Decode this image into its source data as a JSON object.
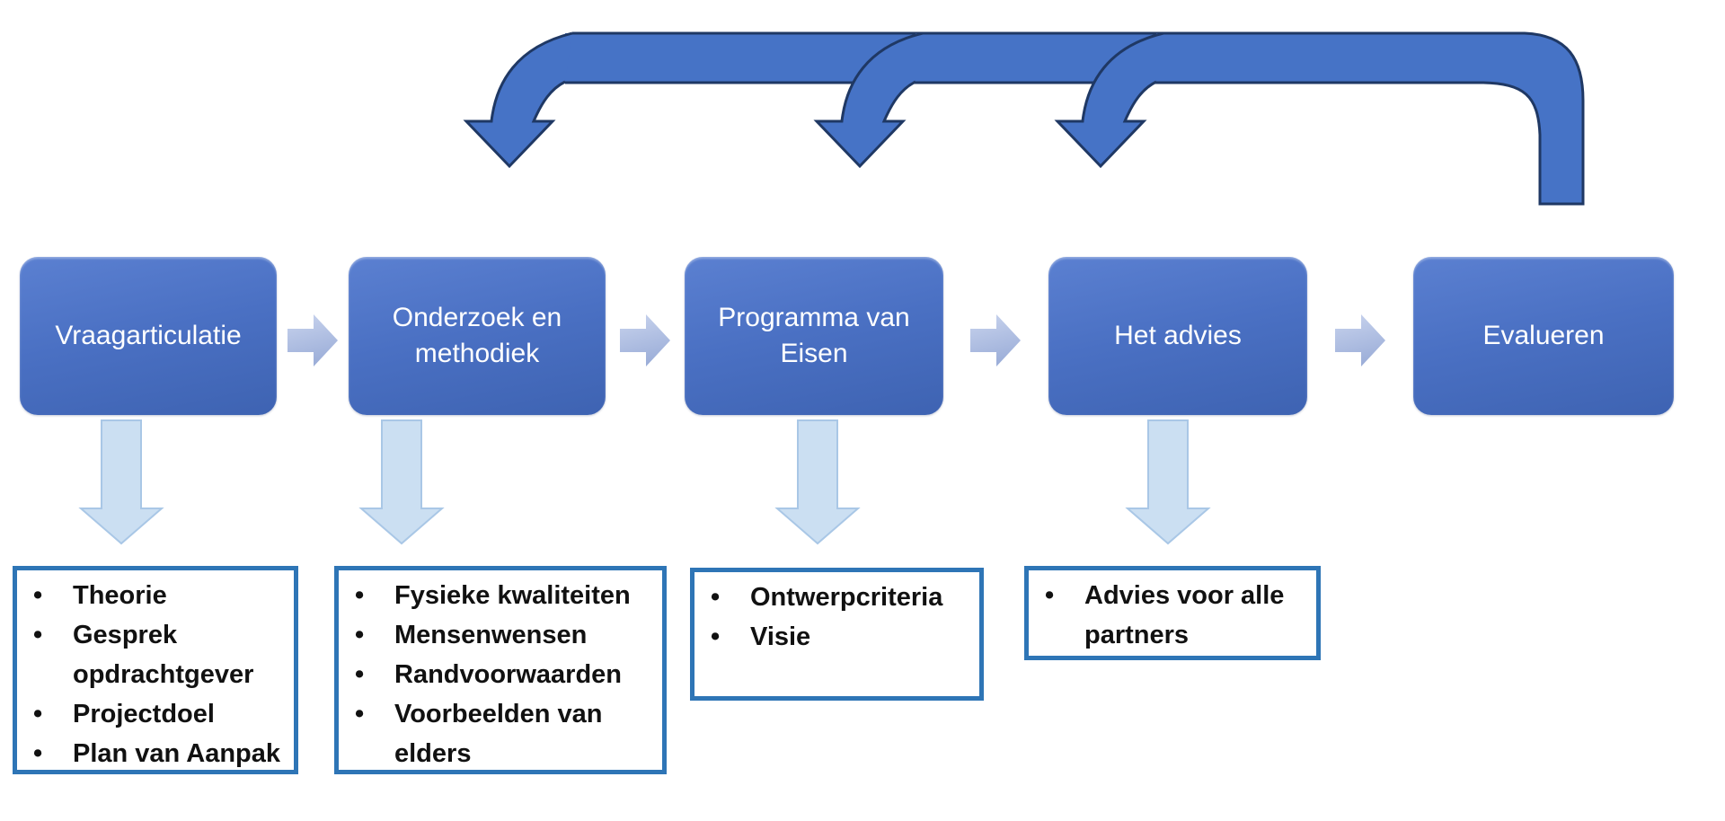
{
  "diagram": {
    "title_hint": "Procesdiagram adviestraject",
    "process_steps": [
      {
        "label": "Vraagarticulatie"
      },
      {
        "label": "Onderzoek en methodiek"
      },
      {
        "label": "Programma van Eisen"
      },
      {
        "label": "Het advies"
      },
      {
        "label": "Evalueren"
      }
    ],
    "detail_boxes": [
      {
        "items": [
          "Theorie",
          "Gesprek opdrachtgever",
          "Projectdoel",
          "Plan van Aanpak"
        ]
      },
      {
        "items": [
          "Fysieke kwaliteiten",
          "Mensenwensen",
          "Randvoorwaarden",
          "Voorbeelden van elders"
        ]
      },
      {
        "items": [
          "Ontwerpcriteria",
          "Visie"
        ]
      },
      {
        "items": [
          "Advies voor alle partners"
        ]
      }
    ],
    "colors": {
      "step_gradient_top": "#5b80d1",
      "step_gradient_bottom": "#3e63b2",
      "step_text": "#ffffff",
      "feedback_fill": "#4673c6",
      "feedback_outline": "#1f3864",
      "down_arrow_fill": "#cbdff2",
      "down_arrow_border": "#a9c7e6",
      "connector_fill_top": "#c9d4ee",
      "connector_fill_bottom": "#9dafd9",
      "detail_border": "#2e75b6",
      "detail_text": "#111111"
    }
  }
}
